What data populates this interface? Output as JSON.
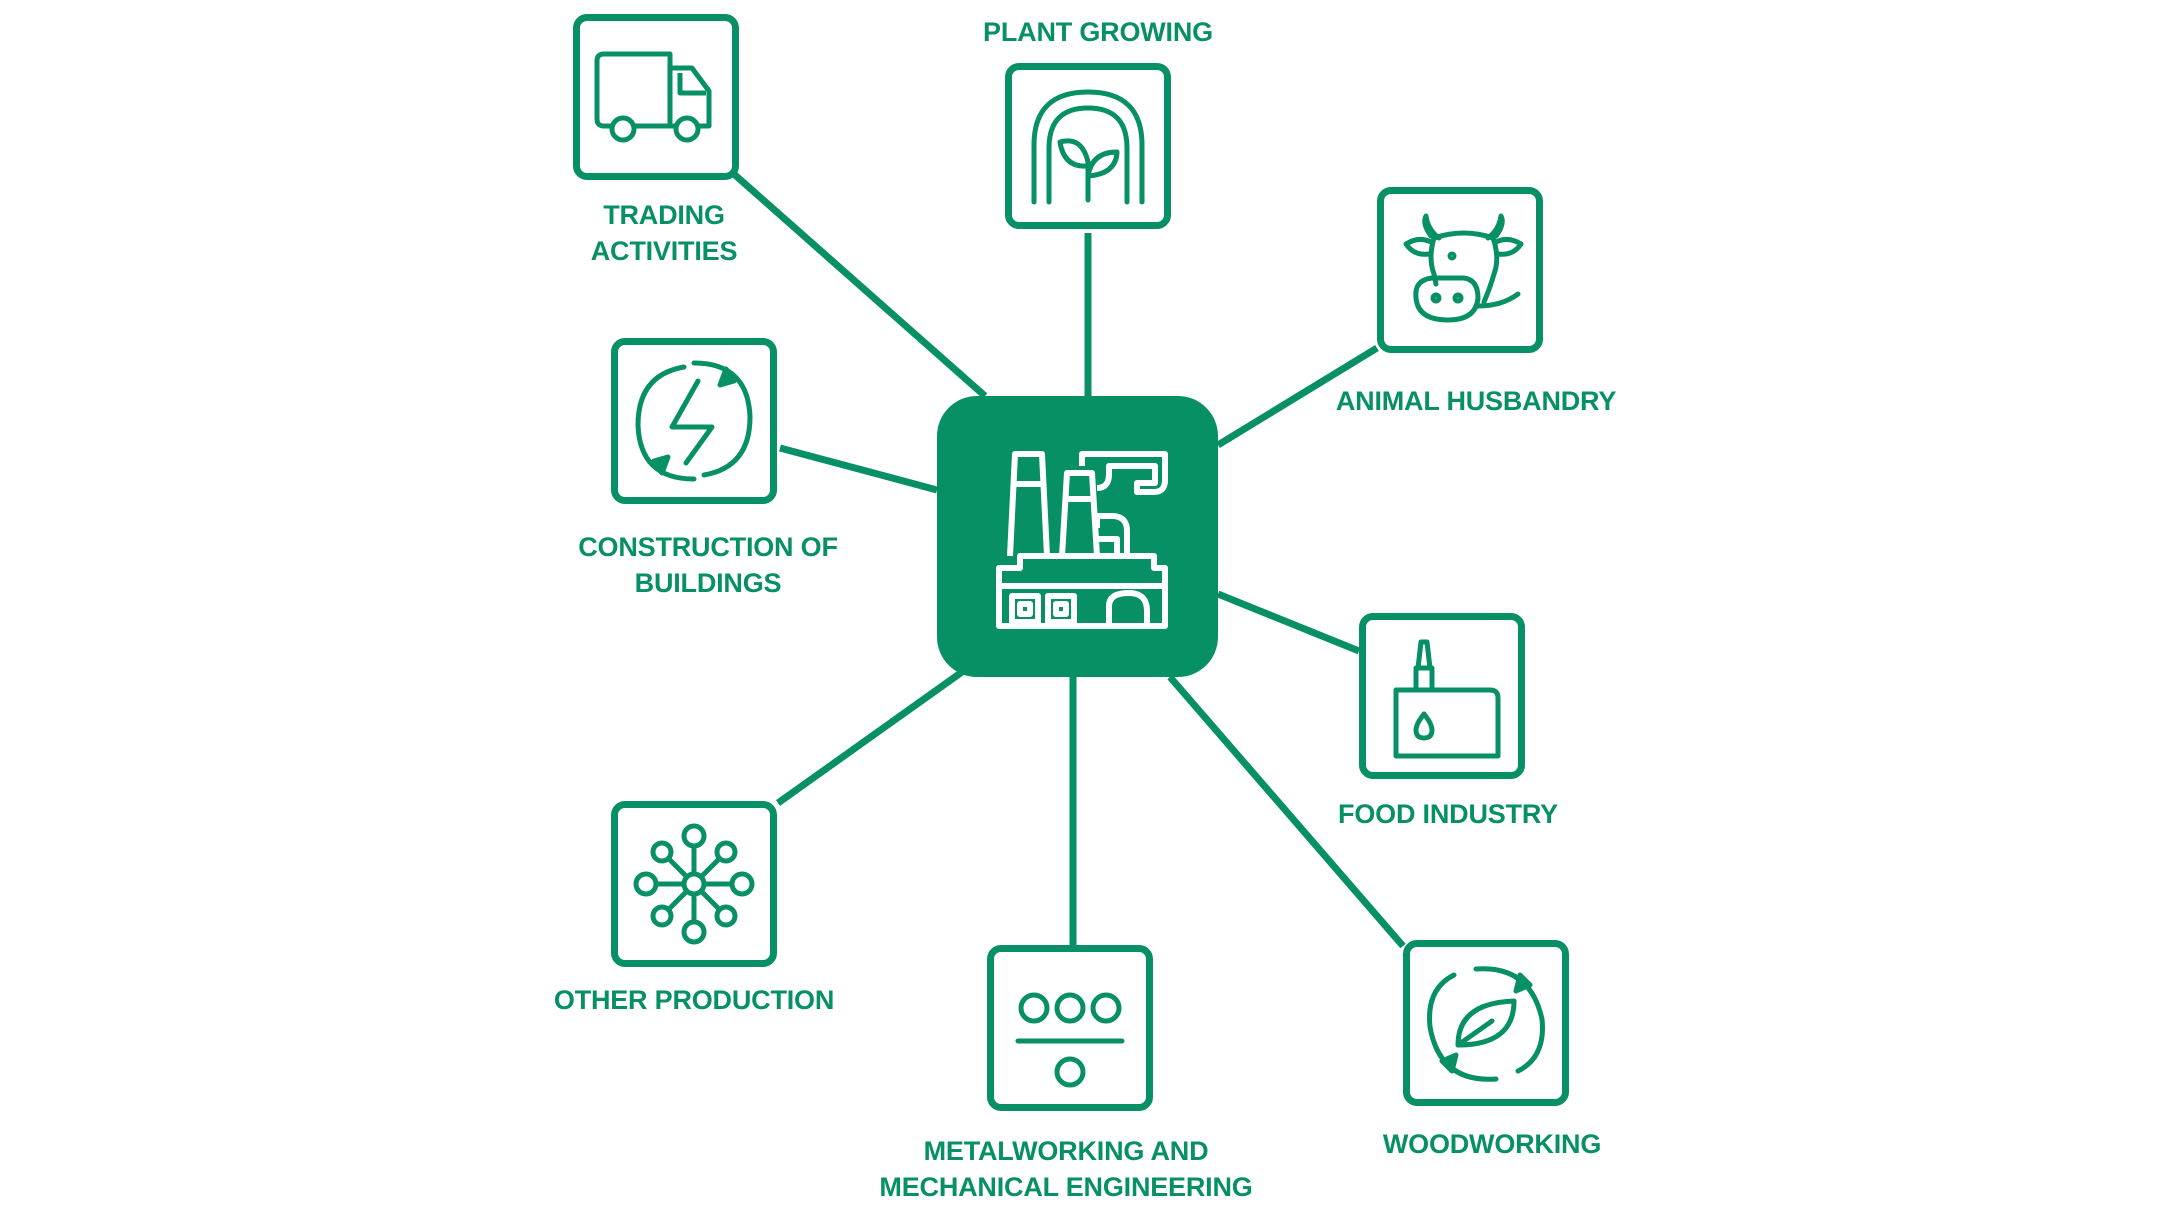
{
  "colors": {
    "primary": "#079065",
    "background": "#ffffff",
    "icon_on_hub": "#ffffff"
  },
  "hub": {
    "icon": "factory-icon"
  },
  "nodes": {
    "trading": {
      "icon": "truck-icon",
      "label_line1": "TRADING",
      "label_line2": "ACTIVITIES"
    },
    "plant": {
      "icon": "sprout-icon",
      "label_line1": "PLANT GROWING"
    },
    "animal": {
      "icon": "cow-icon",
      "label_line1": "ANIMAL HUSBANDRY"
    },
    "construction": {
      "icon": "energy-cycle-icon",
      "label_line1": "CONSTRUCTION OF",
      "label_line2": "BUILDINGS"
    },
    "food": {
      "icon": "oil-can-icon",
      "label_line1": "FOOD INDUSTRY"
    },
    "other": {
      "icon": "molecule-network-icon",
      "label_line1": "OTHER PRODUCTION"
    },
    "metal": {
      "icon": "circles-division-icon",
      "label_line1": "METALWORKING AND",
      "label_line2": "MECHANICAL ENGINEERING"
    },
    "wood": {
      "icon": "leaf-recycle-icon",
      "label_line1": "WOODWORKING"
    }
  }
}
